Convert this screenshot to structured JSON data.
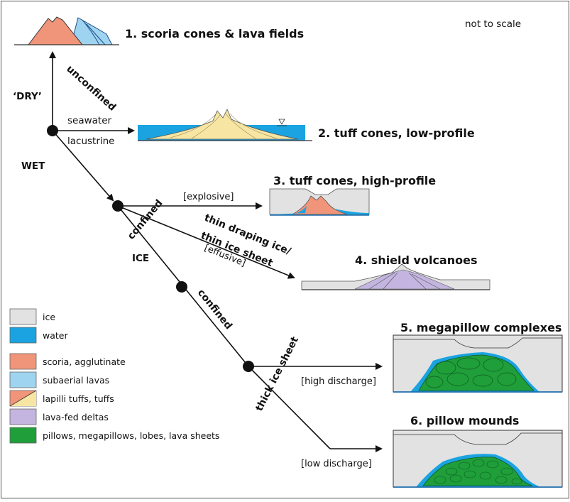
{
  "note": "not to scale",
  "outcomes": {
    "o1": "1. scoria cones & lava fields",
    "o2": "2. tuff cones, low-profile",
    "o3": "3. tuff cones, high-profile",
    "o4": "4. shield volcanoes",
    "o5": "5. megapillow complexes",
    "o6": "6. pillow mounds"
  },
  "branches": {
    "dry": "‘DRY’",
    "unconfined": "unconfined",
    "seawater": "seawater",
    "lacustrine": "lacustrine",
    "wet": "WET",
    "ice": "ICE",
    "confined_1": "confined",
    "confined_2": "confined",
    "explosive": "[explosive]",
    "thin_ice_1": "thin draping ice/",
    "thin_ice_2": "thin ice sheet",
    "effusive": "[effusive]",
    "thick_ice": "thick ice sheet",
    "high_discharge": "[high discharge]",
    "low_discharge": "[low discharge]"
  },
  "legend": [
    {
      "label": "ice",
      "color": "#e2e2e2"
    },
    {
      "label": "water",
      "color": "#1aa3e0"
    },
    {
      "label": "scoria, agglutinate",
      "color": "#f0957a"
    },
    {
      "label": "subaerial lavas",
      "color": "#9fd4f0"
    },
    {
      "label": "lapilli tuffs, tuffs",
      "color": "#f7e6a3"
    },
    {
      "label": "lava-fed deltas",
      "color": "#c3b5e0"
    },
    {
      "label": "pillows, megapillows, lobes, lava sheets",
      "color": "#1f9e3a"
    }
  ]
}
